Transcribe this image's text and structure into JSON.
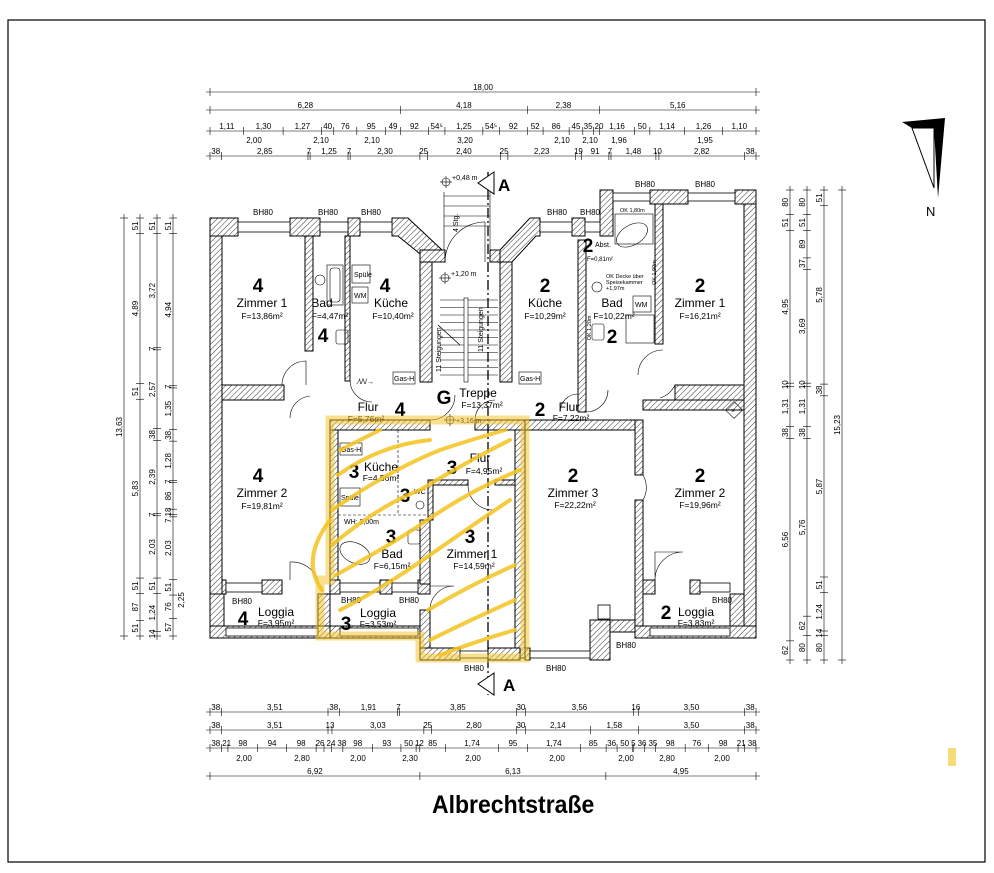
{
  "title": "Albrechtstraße",
  "north_label": "N",
  "section_label": "A",
  "window_label": "BH80",
  "levels": {
    "entrance": "+0,48 m",
    "landing": "+1,20 m",
    "floor": "+3,16 m"
  },
  "stairs": {
    "flight_left": "11 Steigungen",
    "flight_right": "11 Steigungen",
    "entrance": "4 Stg."
  },
  "fixtures": {
    "sink": "Spüle",
    "washer": "WM",
    "heater": "Gas-H",
    "ceiling_note": [
      "OK Decke über",
      "Speisekammer",
      "+1,97m"
    ],
    "wall_height": "WH: 2,00m",
    "dk": "DK 1,20m",
    "dk_bath": "OK 1,90m",
    "dk_tub": "OK 1,80m"
  },
  "rooms": {
    "apartment_4": [
      {
        "number": "4",
        "name": "Zimmer 1",
        "area": "F=13,86m²"
      },
      {
        "number": "4",
        "name": "Bad",
        "area": "F=4,47m²"
      },
      {
        "number": "4",
        "name": "Küche",
        "area": "F=10,40m²"
      },
      {
        "number": "4",
        "name": "Flur",
        "area": "F=5,76m²"
      },
      {
        "number": "4",
        "name": "Zimmer 2",
        "area": "F=19,81m²"
      },
      {
        "number": "4",
        "name": "Loggia",
        "area": "F=3,95m²"
      }
    ],
    "stairwell": {
      "number": "G",
      "name": "Treppe",
      "area": "F=13,37m²"
    },
    "apartment_2": [
      {
        "number": "2",
        "name": "Küche",
        "area": "F=10,29m²"
      },
      {
        "number": "2",
        "name": "Abst.",
        "area": "F=0,81m²"
      },
      {
        "number": "2",
        "name": "Bad",
        "area": "F=10,22m²"
      },
      {
        "number": "2",
        "name": "Zimmer 1",
        "area": "F=16,21m²"
      },
      {
        "number": "2",
        "name": "Flur",
        "area": "F=7,22m²"
      },
      {
        "number": "2",
        "name": "Zimmer 3",
        "area": "F=22,22m²"
      },
      {
        "number": "2",
        "name": "Zimmer 2",
        "area": "F=19,96m²"
      },
      {
        "number": "2",
        "name": "Loggia",
        "area": "F=3,83m²"
      }
    ],
    "apartment_3": [
      {
        "number": "3",
        "name": "Küche",
        "area": "F=4,56m²"
      },
      {
        "number": "3",
        "name": "Flur",
        "area": "F=4,95m²"
      },
      {
        "number": "3",
        "name": "WC",
        "area": ""
      },
      {
        "number": "3",
        "name": "Bad",
        "area": "F=6,15m²"
      },
      {
        "number": "3",
        "name": "Zimmer 1",
        "area": "F=14,59m²"
      },
      {
        "number": "3",
        "name": "Loggia",
        "area": "F=3,53m²"
      }
    ]
  },
  "dimensions": {
    "top": [
      [
        "18,00"
      ],
      [
        "6,28",
        "4,18",
        "2,38",
        "5,16"
      ],
      [
        "1,11",
        "1,30",
        "1,27",
        "40",
        "76",
        "95",
        "49",
        "92",
        "54⁵",
        "1,25",
        "54⁵",
        "92",
        "52",
        "86",
        "45",
        "35",
        "20",
        "1,16",
        "50",
        "1,14",
        "1,26",
        "1,10"
      ],
      [
        "38",
        "2,85",
        "7",
        "1,25",
        "7",
        "2,30",
        "25",
        "2,40",
        "25",
        "2,23",
        "19",
        "91",
        "7",
        "1,48",
        "10",
        "2,82",
        "38"
      ]
    ],
    "top_openings": [
      "2,00",
      "2,10",
      "2,10",
      "3,20",
      "2,10",
      "2,10",
      "1,96",
      "1,95"
    ],
    "bottom": [
      [
        "38",
        "3,51",
        "38",
        "1,91",
        "7",
        "3,85",
        "30",
        "3,56",
        "16",
        "3,50",
        "38"
      ],
      [
        "38",
        "3,51",
        "13",
        "3,03",
        "25",
        "2,80",
        "30",
        "2,14",
        "1,58",
        "3,50",
        "38"
      ],
      [
        "38",
        "21",
        "98",
        "94",
        "98",
        "26",
        "24",
        "38",
        "98",
        "93",
        "50",
        "12",
        "85",
        "1,74",
        "95",
        "1,74",
        "85",
        "36",
        "50",
        "5",
        "36",
        "35",
        "98",
        "76",
        "98",
        "21",
        "38"
      ],
      [
        "6,92",
        "6,13",
        "4,95"
      ]
    ],
    "bottom_openings": [
      "2,00",
      "2,80",
      "2,00",
      "2,30",
      "2,00",
      "2,00",
      "2,00",
      "2,80",
      "2,00"
    ],
    "left": [
      [
        "13,63"
      ],
      [
        "51",
        "4,89",
        "51",
        "5,83",
        "51",
        "87",
        "51"
      ],
      [
        "51",
        "3,72",
        "7",
        "2,57",
        "38",
        "2,39",
        "7",
        "2,03",
        "51",
        "1,24",
        "14"
      ],
      [
        "51",
        "4,94",
        "7",
        "1,35",
        "38",
        "1,28",
        "7",
        "86",
        "18",
        "7",
        "2,03",
        "51",
        "76",
        "57"
      ]
    ],
    "left_extra": "2,25",
    "right": [
      [
        "80",
        "51",
        "4,95",
        "10",
        "1,31",
        "38",
        "6,56",
        "62"
      ],
      [
        "80",
        "51",
        "89",
        "37",
        "3,69",
        "10",
        "1,31",
        "38",
        "5,76",
        "62",
        "80"
      ],
      [
        "51",
        "5,78",
        "38",
        "5,87",
        "51",
        "1,24",
        "14",
        "80"
      ],
      [
        "15,23"
      ]
    ]
  },
  "colors": {
    "highlight": "#f3c21f",
    "ink": "#000000"
  }
}
